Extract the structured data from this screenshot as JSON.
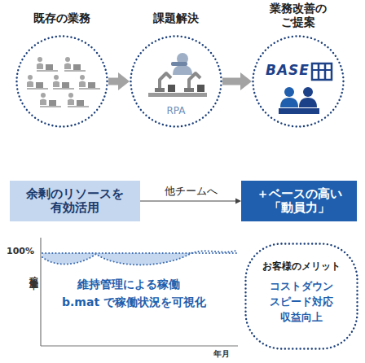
{
  "diagram": {
    "nodes": [
      {
        "text": [
          "既存の業務"
        ]
      },
      {
        "text": [
          "課題解決",
          "RPA"
        ]
      },
      {
        "text": [
          "業務改善のご提案",
          "BASE"
        ]
      },
      {
        "text": [
          "余剰のリソースを有効活用"
        ]
      },
      {
        "text": [
          "＋ベースの高い「動員力」"
        ]
      },
      {
        "text": [
          "お客様のメリット",
          "コストダウン スピード対応 収益向上"
        ]
      }
    ],
    "edges": [
      {
        "from": 0,
        "to": 1,
        "arrow": "to"
      },
      {
        "from": 1,
        "to": 2,
        "arrow": "to"
      },
      {
        "from": 3,
        "to": 4,
        "label": "他チームへ",
        "arrow": "to"
      }
    ],
    "labels": [
      "100%",
      "稼働率",
      "維持管理による稼働",
      "b.mat で稼働状況を可視化",
      "年月"
    ]
  }
}
